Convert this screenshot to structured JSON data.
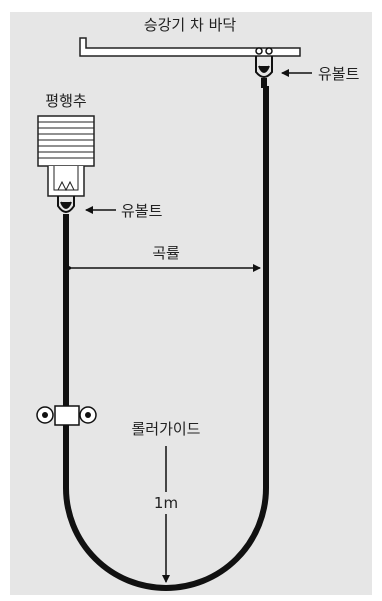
{
  "labels": {
    "car_floor": "승강기 차 바닥",
    "counterweight": "평행추",
    "ubolt_car": "유볼트",
    "ubolt_counterweight": "유볼트",
    "curvature": "곡률",
    "roller_guide": "롤러가이드",
    "distance": "1m"
  },
  "colors": {
    "background": "#e6e6e6",
    "cable": "#111111",
    "outline": "#222222",
    "fill": "#ffffff"
  }
}
